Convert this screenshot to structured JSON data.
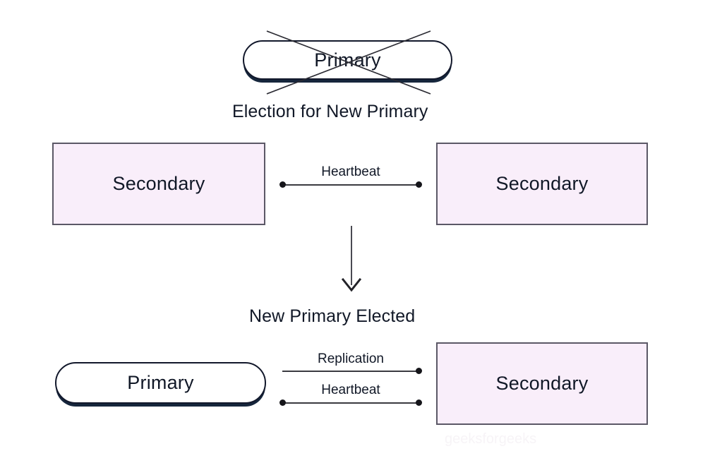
{
  "diagram": {
    "title_top": "Election for New Primary",
    "title_bottom": "New Primary Elected",
    "nodes": {
      "failed_primary": "Primary",
      "secondary_left": "Secondary",
      "secondary_right": "Secondary",
      "new_primary": "Primary",
      "secondary_bottom": "Secondary"
    },
    "connectors": {
      "heartbeat_top": "Heartbeat",
      "replication_bottom": "Replication",
      "heartbeat_bottom": "Heartbeat"
    },
    "icons": {
      "cross_out": "cross-out-icon",
      "down_arrow": "down-arrow-icon",
      "endpoint_dot": "endpoint-dot-icon"
    },
    "colors": {
      "background": "#ffffff",
      "secondary_fill": "#f9eefa",
      "secondary_border": "#5b5866",
      "primary_border": "#12182b",
      "primary_shadow": "#16263c",
      "line": "#3a3a40",
      "text": "#111827"
    },
    "watermark": "geeksforgeeks"
  }
}
